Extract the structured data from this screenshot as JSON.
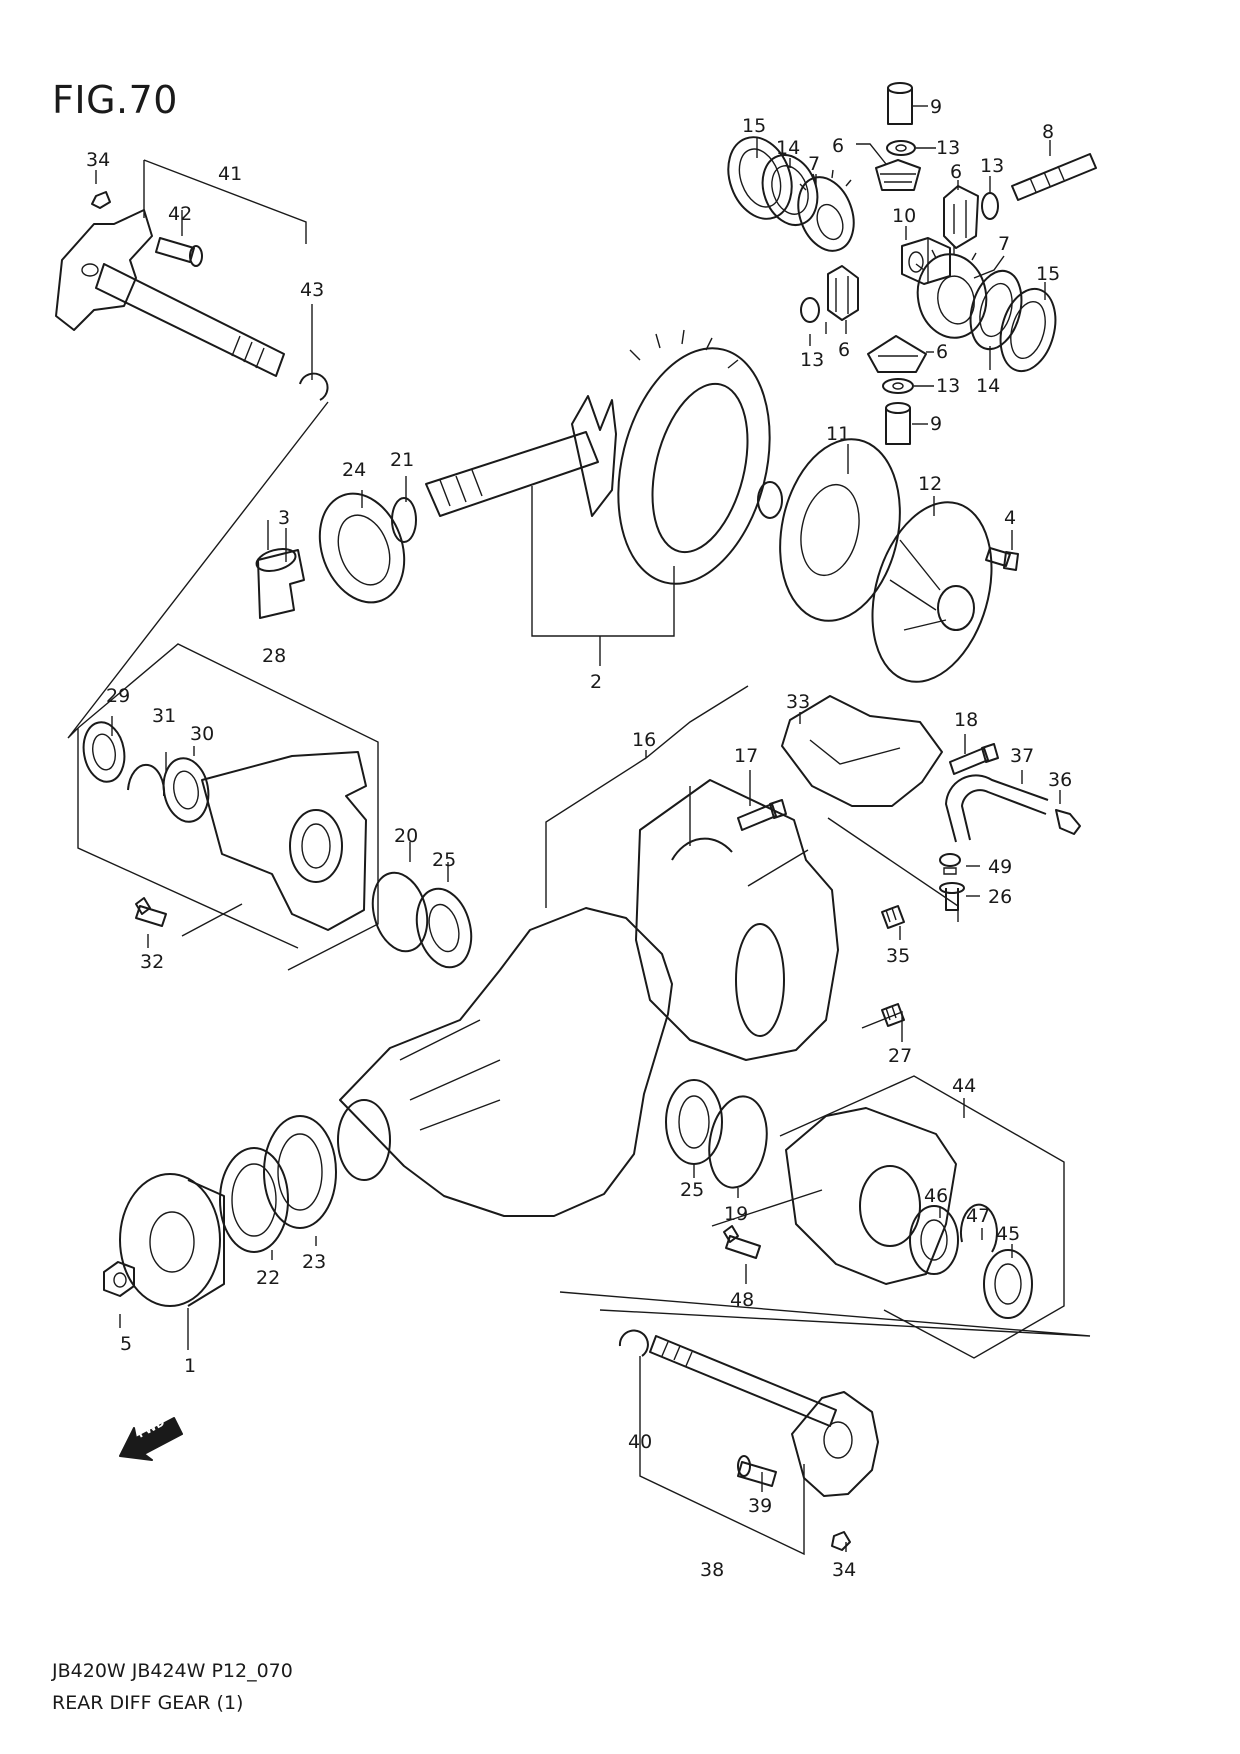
{
  "figure": {
    "title": "FIG.70",
    "model_line": "JB420W JB424W P12_070",
    "caption": "REAR DIFF GEAR (1)",
    "fwd_label": "FWD"
  },
  "callouts": [
    {
      "id": "c1",
      "label": "1"
    },
    {
      "id": "c2",
      "label": "2"
    },
    {
      "id": "c3",
      "label": "3"
    },
    {
      "id": "c4",
      "label": "4"
    },
    {
      "id": "c5",
      "label": "5"
    },
    {
      "id": "c6a",
      "label": "6"
    },
    {
      "id": "c6b",
      "label": "6"
    },
    {
      "id": "c6c",
      "label": "6"
    },
    {
      "id": "c6d",
      "label": "6"
    },
    {
      "id": "c7a",
      "label": "7"
    },
    {
      "id": "c7b",
      "label": "7"
    },
    {
      "id": "c8",
      "label": "8"
    },
    {
      "id": "c9a",
      "label": "9"
    },
    {
      "id": "c9b",
      "label": "9"
    },
    {
      "id": "c10",
      "label": "10"
    },
    {
      "id": "c11",
      "label": "11"
    },
    {
      "id": "c12",
      "label": "12"
    },
    {
      "id": "c13a",
      "label": "13"
    },
    {
      "id": "c13b",
      "label": "13"
    },
    {
      "id": "c13c",
      "label": "13"
    },
    {
      "id": "c13d",
      "label": "13"
    },
    {
      "id": "c14a",
      "label": "14"
    },
    {
      "id": "c14b",
      "label": "14"
    },
    {
      "id": "c15a",
      "label": "15"
    },
    {
      "id": "c15b",
      "label": "15"
    },
    {
      "id": "c16",
      "label": "16"
    },
    {
      "id": "c17",
      "label": "17"
    },
    {
      "id": "c18",
      "label": "18"
    },
    {
      "id": "c19",
      "label": "19"
    },
    {
      "id": "c20",
      "label": "20"
    },
    {
      "id": "c21",
      "label": "21"
    },
    {
      "id": "c22",
      "label": "22"
    },
    {
      "id": "c23",
      "label": "23"
    },
    {
      "id": "c24",
      "label": "24"
    },
    {
      "id": "c25a",
      "label": "25"
    },
    {
      "id": "c25b",
      "label": "25"
    },
    {
      "id": "c26",
      "label": "26"
    },
    {
      "id": "c27",
      "label": "27"
    },
    {
      "id": "c28",
      "label": "28"
    },
    {
      "id": "c29",
      "label": "29"
    },
    {
      "id": "c30",
      "label": "30"
    },
    {
      "id": "c31",
      "label": "31"
    },
    {
      "id": "c32",
      "label": "32"
    },
    {
      "id": "c33",
      "label": "33"
    },
    {
      "id": "c34a",
      "label": "34"
    },
    {
      "id": "c34b",
      "label": "34"
    },
    {
      "id": "c35",
      "label": "35"
    },
    {
      "id": "c36",
      "label": "36"
    },
    {
      "id": "c37",
      "label": "37"
    },
    {
      "id": "c38",
      "label": "38"
    },
    {
      "id": "c39",
      "label": "39"
    },
    {
      "id": "c40",
      "label": "40"
    },
    {
      "id": "c41",
      "label": "41"
    },
    {
      "id": "c42",
      "label": "42"
    },
    {
      "id": "c43",
      "label": "43"
    },
    {
      "id": "c44",
      "label": "44"
    },
    {
      "id": "c45",
      "label": "45"
    },
    {
      "id": "c46",
      "label": "46"
    },
    {
      "id": "c47",
      "label": "47"
    },
    {
      "id": "c48",
      "label": "48"
    },
    {
      "id": "c49",
      "label": "49"
    }
  ]
}
